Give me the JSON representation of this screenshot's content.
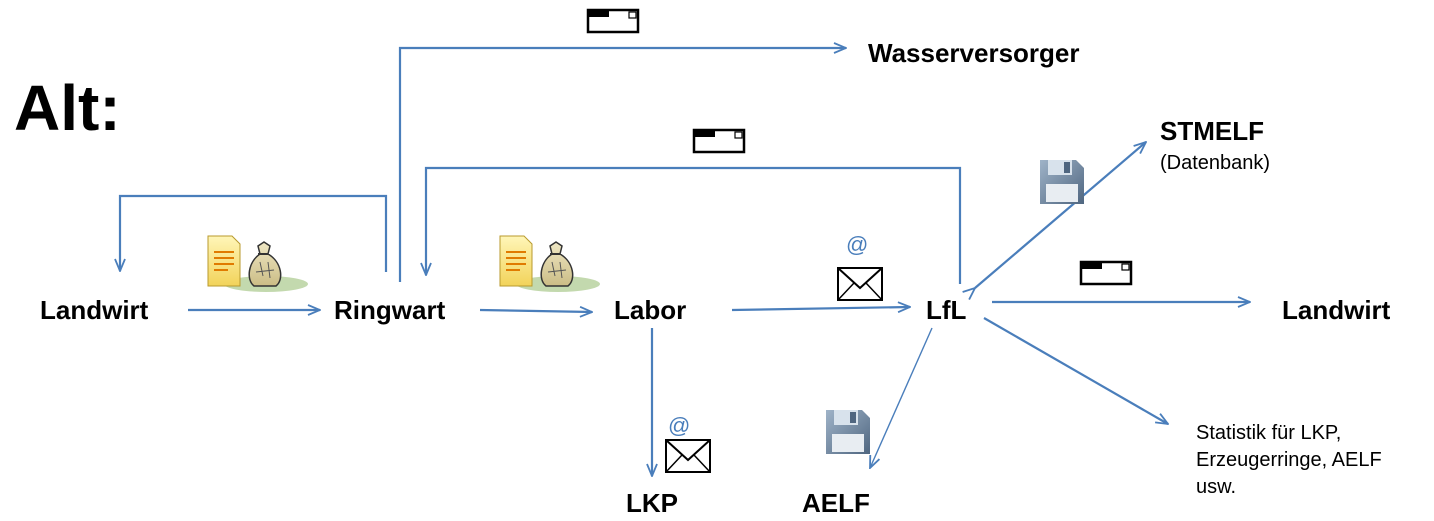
{
  "title": "Alt:",
  "nodes": {
    "landwirt_left": "Landwirt",
    "ringwart": "Ringwart",
    "labor": "Labor",
    "lfl": "LfL",
    "landwirt_right": "Landwirt",
    "wasserversorger": "Wasserversorger",
    "stmelf": "STMELF",
    "stmelf_sub": "(Datenbank)",
    "lkp": "LKP",
    "aelf": "AELF",
    "statistik_lines": [
      "Statistik für LKP,",
      "Erzeugerringe, AELF",
      "usw."
    ]
  },
  "icons": {
    "letter": "letter-icon",
    "email": "email-icon",
    "email_symbol": "@",
    "floppy": "floppy-disk-icon",
    "document": "document-icon",
    "sample_bag": "sample-bag-icon"
  },
  "colors": {
    "arrow": "#4a7ebb",
    "text": "#000000"
  }
}
